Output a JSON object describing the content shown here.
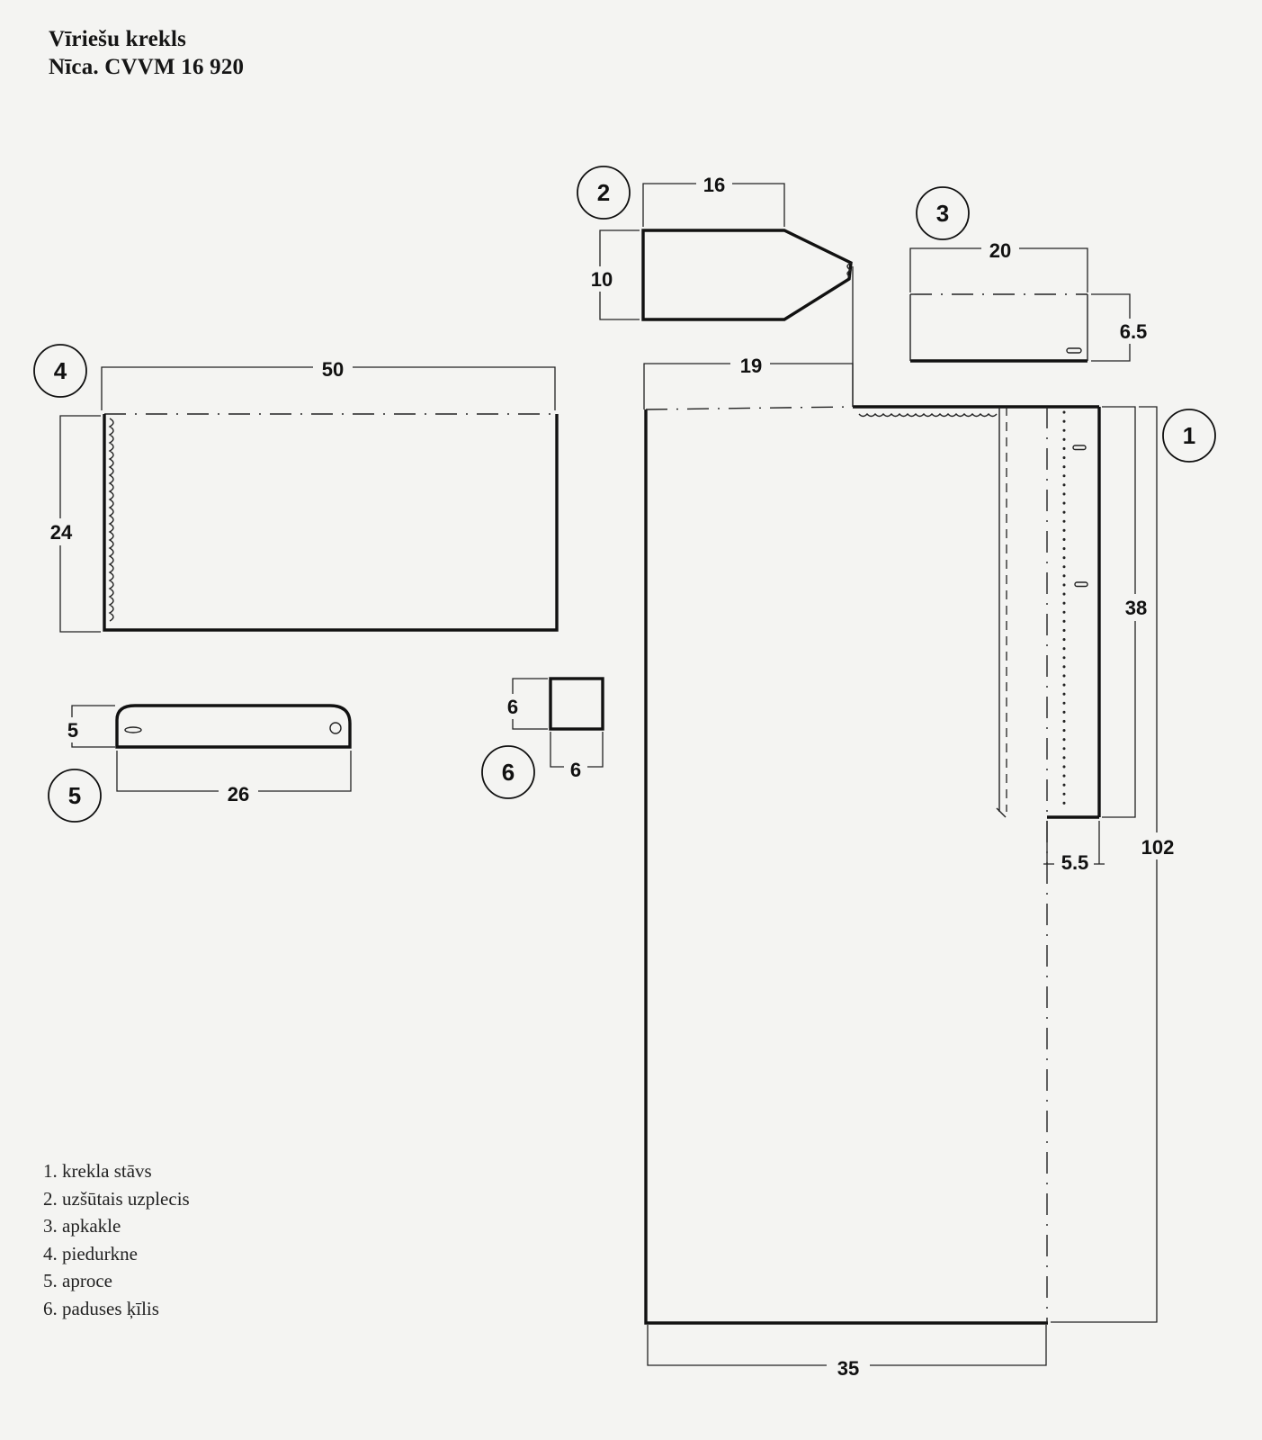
{
  "title": {
    "line1": "Vīriešu krekls",
    "line2": "Nīca. CVVM 16 920"
  },
  "legend": [
    "1. krekla stāvs",
    "2. uzšūtais uzplecis",
    "3. apkakle",
    "4. piedurkne",
    "5. aproce",
    "6. paduses ķīlis"
  ],
  "pieces": {
    "p1": {
      "number": "1",
      "width": "35",
      "shoulder": "19",
      "opening": "38",
      "length": "102",
      "placket": "5.5"
    },
    "p2": {
      "number": "2",
      "width": "16",
      "height": "10"
    },
    "p3": {
      "number": "3",
      "width": "20",
      "height": "6.5"
    },
    "p4": {
      "number": "4",
      "width": "50",
      "height": "24"
    },
    "p5": {
      "number": "5",
      "width": "26",
      "height": "5"
    },
    "p6": {
      "number": "6",
      "width": "6",
      "height": "6"
    }
  }
}
